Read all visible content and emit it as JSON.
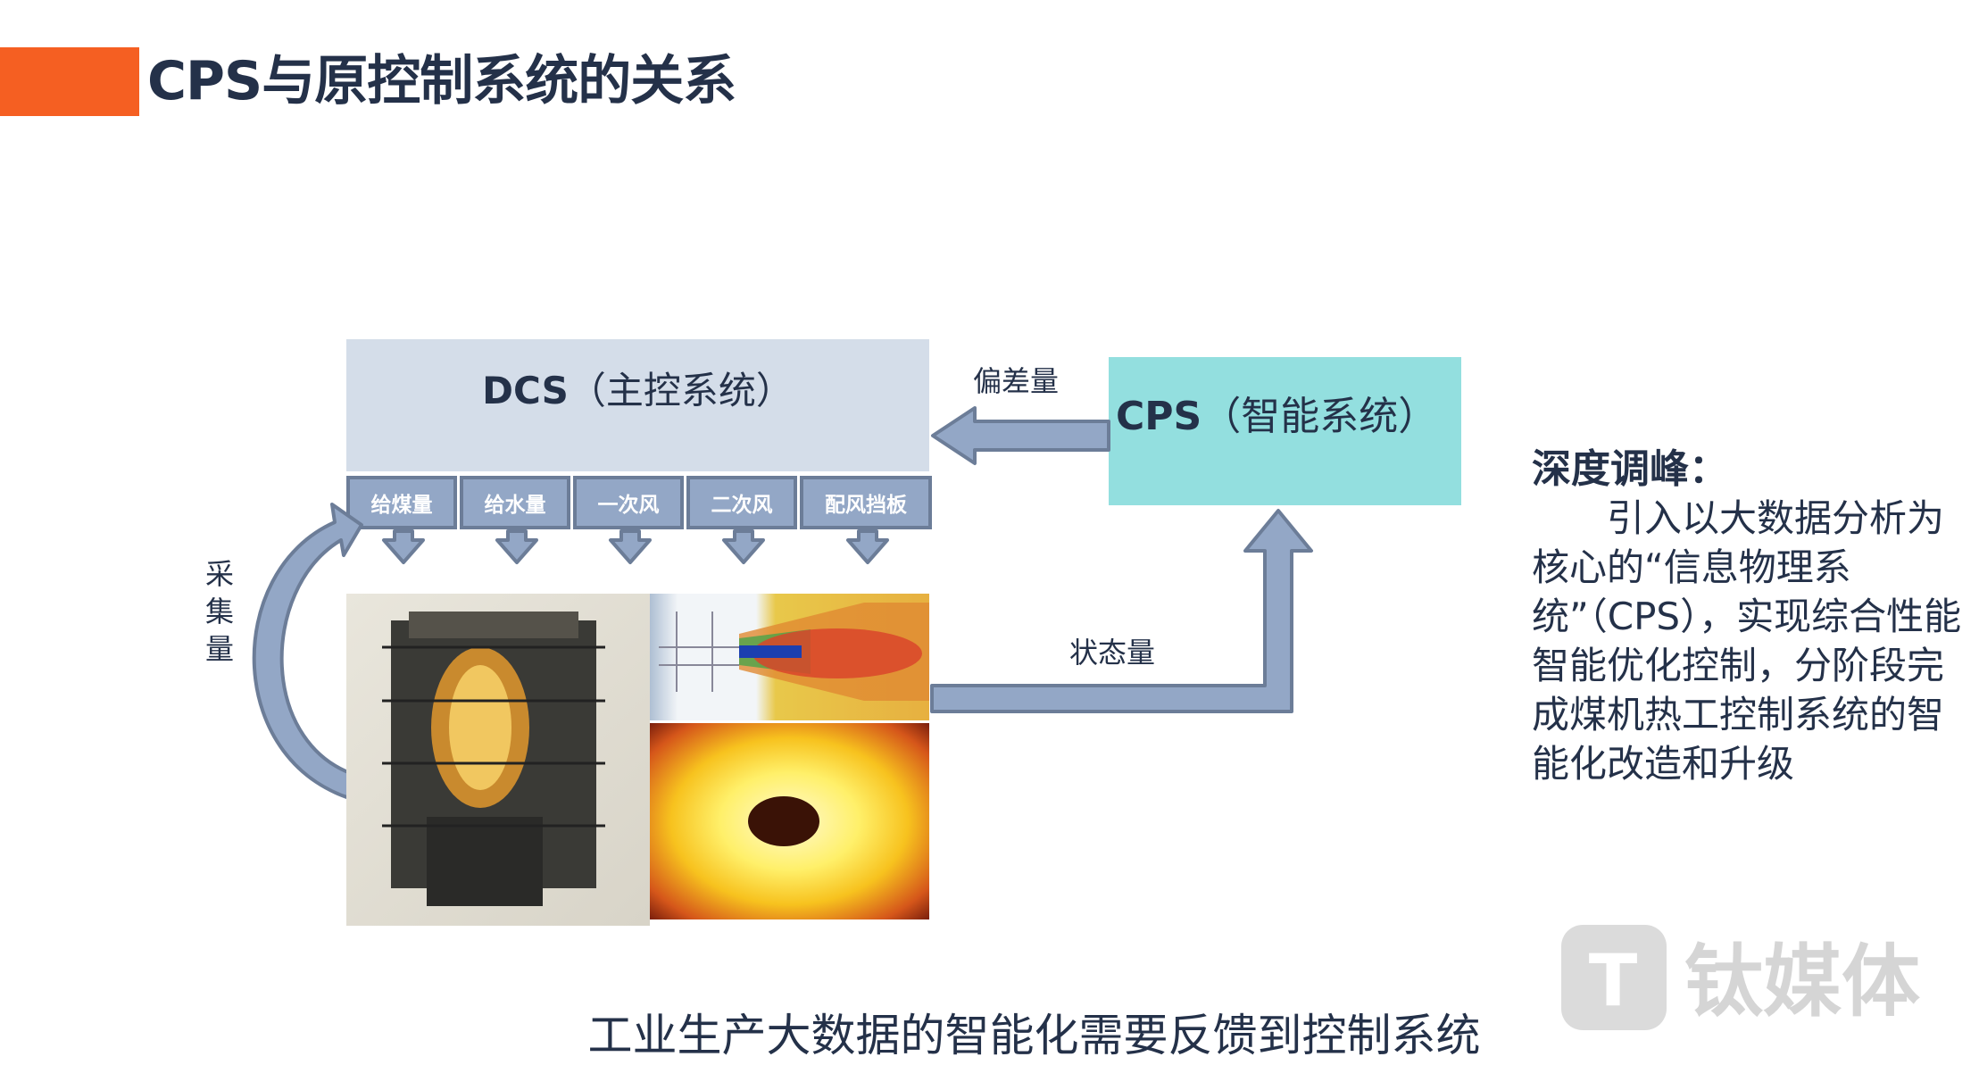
{
  "slide": {
    "title": "CPS与原控制系统的关系",
    "accent_color": "#f55f22"
  },
  "diagram": {
    "dcs_box": {
      "main": "DCS",
      "sub": "（主控系统）",
      "color": "#d4dde9"
    },
    "cps_box": {
      "main": "CPS",
      "sub": "（智能系统）",
      "color": "#93dfdf"
    },
    "controls": [
      "给煤量",
      "给水量",
      "一次风",
      "二次风",
      "配风挡板"
    ],
    "deviation_label": "偏差量",
    "state_label": "状态量",
    "collect_label": [
      "采",
      "集",
      "量"
    ],
    "arrow_color": "#93a7c6"
  },
  "side_text": {
    "heading": "深度调峰：",
    "body": "　　引入以大数据分析为核心的“信息物理系统”（CPS），实现综合性能智能优化控制，分阶段完成煤机热工控制系统的智能化改造和升级"
  },
  "caption": "工业生产大数据的智能化需要反馈到控制系统",
  "watermark": "钛媒体"
}
